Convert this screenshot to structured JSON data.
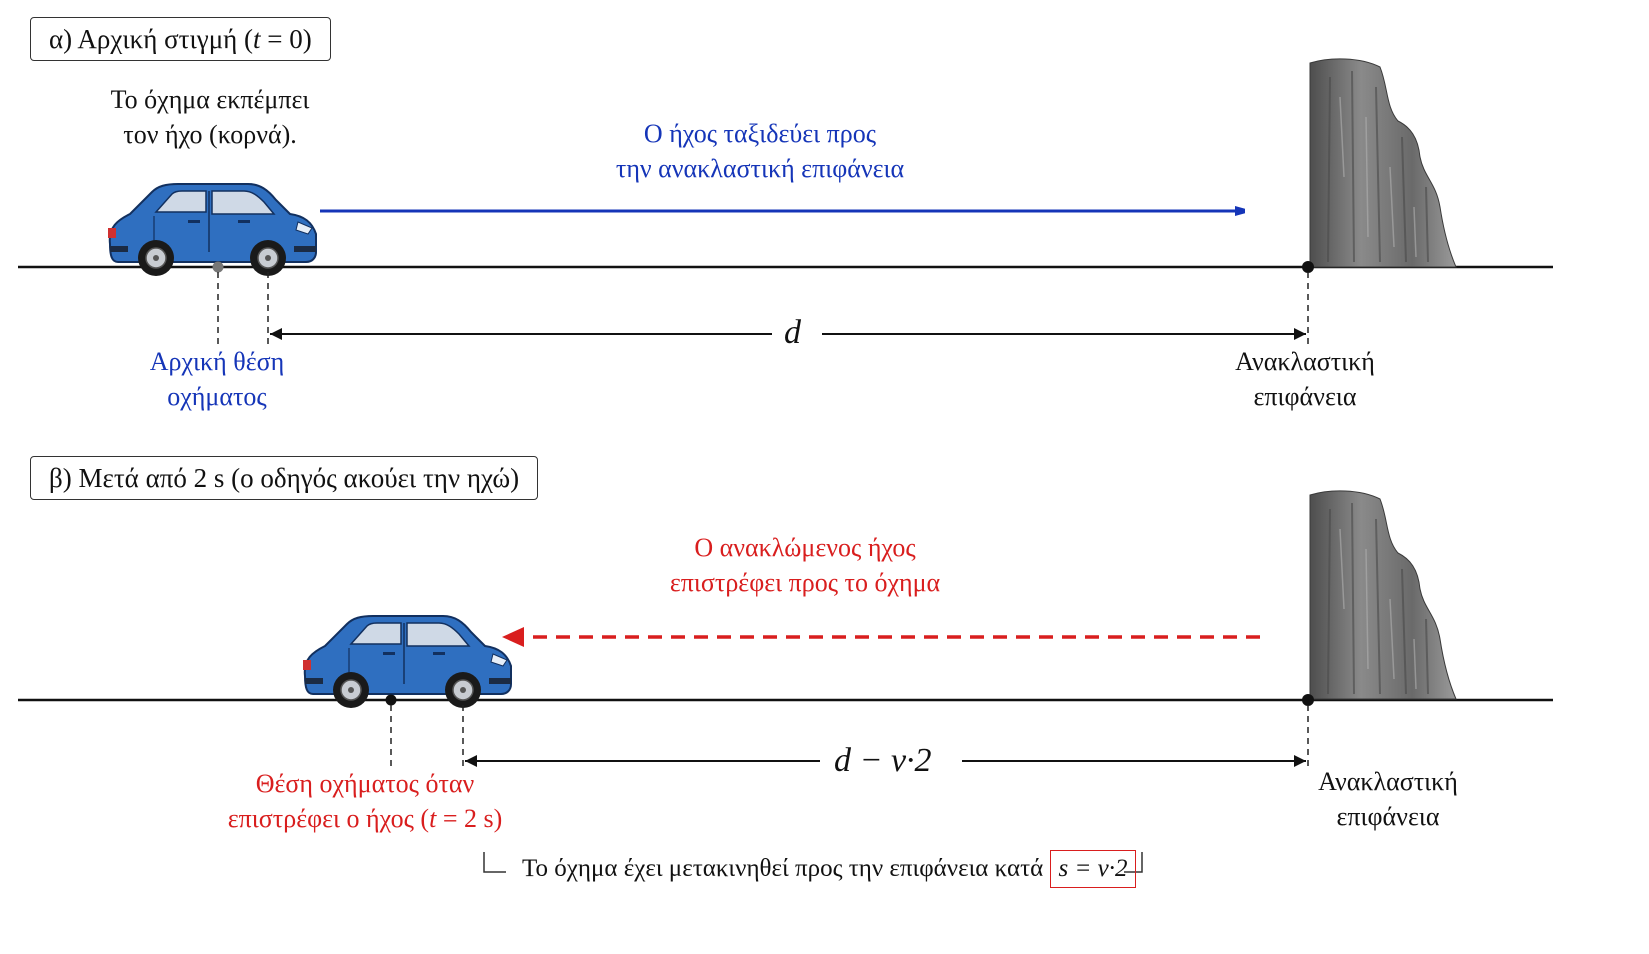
{
  "panel_a": {
    "label_prefix": "α) Αρχική στιγμή (",
    "label_var": "t",
    "label_suffix": " = 0)",
    "emit_line1": "Το όχημα εκπέμπει",
    "emit_line2": "τον ήχο (κορνά).",
    "sound_line1": "Ο ήχος ταξιδεύει προς",
    "sound_line2": "την ανακλαστική επιφάνεια",
    "start_line1": "Αρχική θέση",
    "start_line2": "οχήματος",
    "distance": "d",
    "surface_line1": "Ανακλαστική",
    "surface_line2": "επιφάνεια"
  },
  "panel_b": {
    "label": "β) Μετά από 2 s (ο οδηγός ακούει την ηχώ)",
    "echo_line1": "Ο ανακλώμενος ήχος",
    "echo_line2": "επιστρέφει προς το όχημα",
    "pos_line1": "Θέση οχήματος όταν",
    "pos_line2_prefix": "επιστρέφει ο ήχος (",
    "pos_line2_var": "t",
    "pos_line2_suffix": " = 2 s)",
    "distance": "d − v·2",
    "surface_line1": "Ανακλαστική",
    "surface_line2": "επιφάνεια",
    "note_text": "Το όχημα έχει μετακινηθεί προς την επιφάνεια κατά",
    "note_formula": "s = v·2"
  },
  "colors": {
    "sound_forward": "#1535b8",
    "sound_reflected": "#d91e1e",
    "car_body": "#2f6fc0",
    "rock": "#6e6e6e",
    "ground": "#111111"
  },
  "icons": [
    "car-icon",
    "rock-wall-icon"
  ]
}
